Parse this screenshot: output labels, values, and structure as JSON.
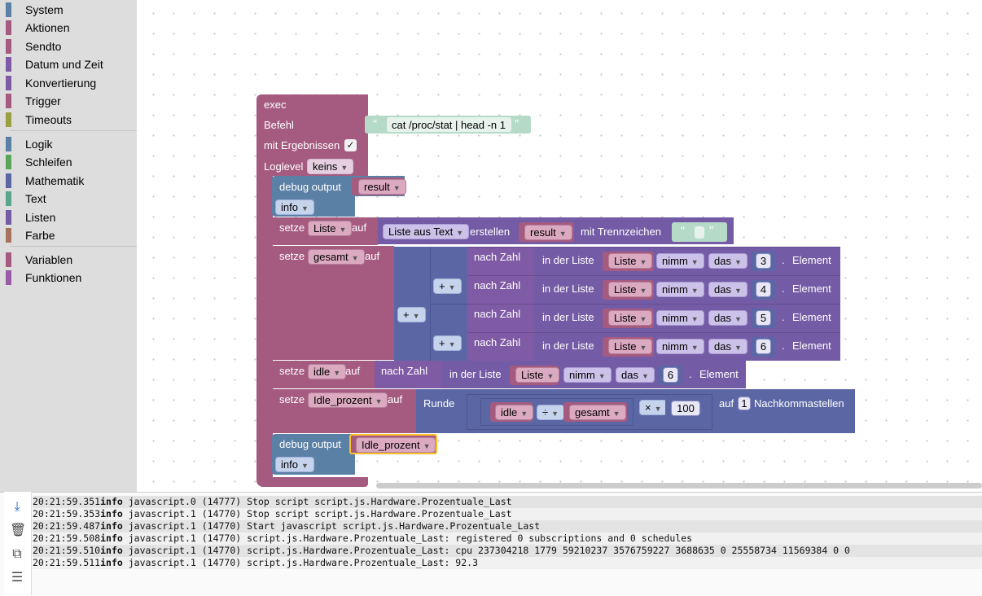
{
  "toolbox": {
    "categories": [
      {
        "label": "System",
        "color": "#5b80a5"
      },
      {
        "label": "Aktionen",
        "color": "#a55b80"
      },
      {
        "label": "Sendto",
        "color": "#a55b80"
      },
      {
        "label": "Datum und Zeit",
        "color": "#805ba5"
      },
      {
        "label": "Konvertierung",
        "color": "#805ba5"
      },
      {
        "label": "Trigger",
        "color": "#a55b80"
      },
      {
        "label": "Timeouts",
        "color": "#9aa040"
      },
      {
        "label": "Logik",
        "color": "#5b80a5"
      },
      {
        "label": "Schleifen",
        "color": "#5ba55b"
      },
      {
        "label": "Mathematik",
        "color": "#5b67a5"
      },
      {
        "label": "Text",
        "color": "#5ba58c"
      },
      {
        "label": "Listen",
        "color": "#745ba5"
      },
      {
        "label": "Farbe",
        "color": "#a5745b"
      },
      {
        "label": "Variablen",
        "color": "#a55b80"
      },
      {
        "label": "Funktionen",
        "color": "#995ba5"
      }
    ]
  },
  "blocks": {
    "exec": {
      "title": "exec",
      "befehl_label": "Befehl",
      "command": "cat /proc/stat | head -n 1",
      "results_label": "mit Ergebnissen",
      "results_checked": "✓",
      "loglevel_label": "Loglevel",
      "loglevel_value": "keins"
    },
    "debug1": {
      "label": "debug output",
      "var": "result",
      "level": "info"
    },
    "set_liste": {
      "setze": "setze",
      "var": "Liste",
      "auf": "auf",
      "make": "Liste aus Text",
      "create": "erstellen",
      "source": "result",
      "delim_label": "mit Trennzeichen",
      "delim": " "
    },
    "set_gesamt": {
      "setze": "setze",
      "var": "gesamt",
      "auf": "auf",
      "plus": "+"
    },
    "nach_zahl": "nach Zahl",
    "in_der_liste": "in der Liste",
    "liste_var": "Liste",
    "nimm": "nimm",
    "das": "das",
    "element": "Element",
    "dot": ".",
    "indices": [
      "3",
      "4",
      "5",
      "6"
    ],
    "set_idle": {
      "setze": "setze",
      "var": "idle",
      "auf": "auf",
      "index": "6"
    },
    "set_prozent": {
      "setze": "setze",
      "var": "Idle_prozent",
      "auf": "auf",
      "runde": "Runde",
      "a": "idle",
      "div": "÷",
      "b": "gesamt",
      "mul": "×",
      "factor": "100",
      "auf2": "auf",
      "decimals": "1",
      "nachkomma": "Nachkommastellen"
    },
    "debug2": {
      "label": "debug output",
      "var": "Idle_prozent",
      "level": "info"
    }
  },
  "log": [
    {
      "time": "20:21:59.351",
      "level": "info",
      "text": "javascript.0 (14777) Stop script script.js.Hardware.Prozentuale_Last"
    },
    {
      "time": "20:21:59.353",
      "level": "info",
      "text": "javascript.1 (14770) Stop script script.js.Hardware.Prozentuale_Last"
    },
    {
      "time": "20:21:59.487",
      "level": "info",
      "text": "javascript.1 (14770) Start javascript script.js.Hardware.Prozentuale_Last"
    },
    {
      "time": "20:21:59.508",
      "level": "info",
      "text": "javascript.1 (14770) script.js.Hardware.Prozentuale_Last: registered 0 subscriptions and 0 schedules"
    },
    {
      "time": "20:21:59.510",
      "level": "info",
      "text": "javascript.1 (14770) script.js.Hardware.Prozentuale_Last: cpu 237304218 1779 59210237 3576759227 3688635 0 25558734 11569384 0 0"
    },
    {
      "time": "20:21:59.511",
      "level": "info",
      "text": "javascript.1 (14770) script.js.Hardware.Prozentuale_Last: 92.3"
    }
  ],
  "log_toolbar": {
    "icons": [
      "scroll-down-icon",
      "clear-log-icon",
      "copy-icon",
      "filter-list-icon"
    ]
  }
}
